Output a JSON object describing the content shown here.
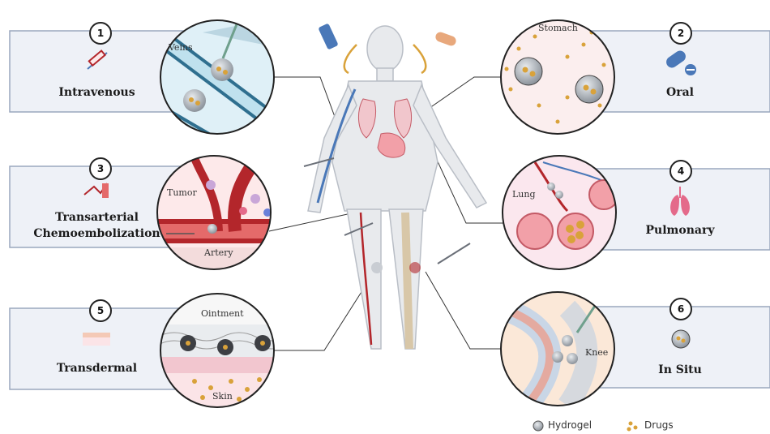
{
  "routes": [
    {
      "number": "1",
      "label": "Intravenous",
      "tag": "Veins"
    },
    {
      "number": "2",
      "label": "Oral",
      "tag": "Stomach"
    },
    {
      "number": "3",
      "label_line1": "Transarterial",
      "label_line2": "Chemoembolization",
      "tag": "Tumor",
      "tag2": "Artery"
    },
    {
      "number": "4",
      "label": "Pulmonary",
      "tag": "Lung"
    },
    {
      "number": "5",
      "label": "Transdermal",
      "tag": "Ointment",
      "tag2": "Skin"
    },
    {
      "number": "6",
      "label": "In Situ",
      "tag": "Knee"
    }
  ],
  "legend": {
    "hydrogel": "Hydrogel",
    "drugs": "Drugs"
  },
  "colors": {
    "panel_fill": "#eef1f7",
    "panel_border": "#9aa7bd",
    "vein": "#2f6f8f",
    "artery": "#b3262b",
    "drug": "#d9a23a",
    "hydrogel": "#5b5f66"
  }
}
